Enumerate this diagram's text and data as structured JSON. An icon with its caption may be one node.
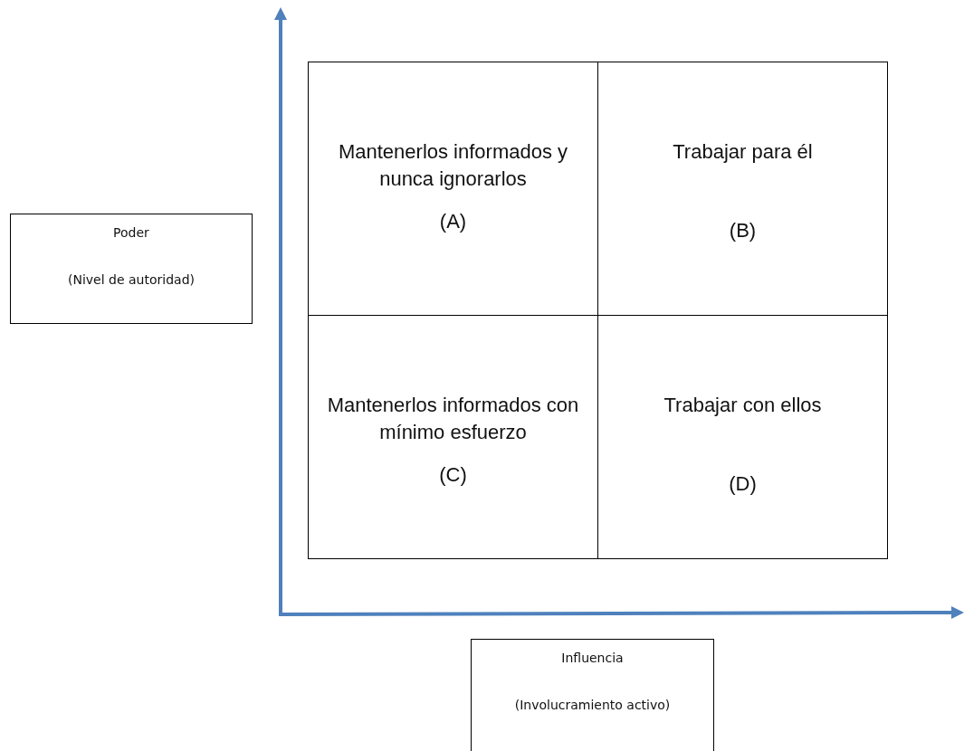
{
  "diagram": {
    "nodes": [
      {
        "text": [
          "Poder",
          "(Nivel de autoridad)"
        ]
      },
      {
        "text": [
          "Influencia",
          "(Involucramiento activo)"
        ]
      }
    ],
    "labels": [
      "Mantenerlos informados y nunca ignorarlos",
      "(A)",
      "Trabajar para él",
      "(B)",
      "Mantenerlos informados con mínimo esfuerzo",
      "(C)",
      "Trabajar con ellos",
      "(D)"
    ]
  }
}
